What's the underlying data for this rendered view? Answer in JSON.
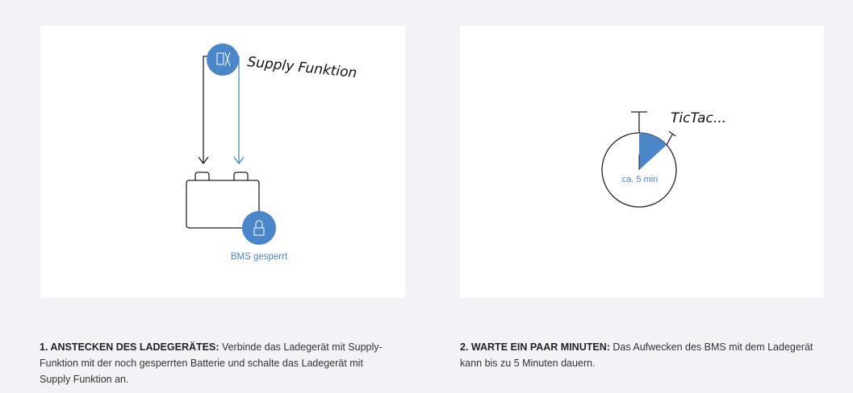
{
  "steps": [
    {
      "title": "1. ANSTECKEN DES LADEGERÄTES:",
      "text": " Verbinde das Ladegerät mit Supply-Funktion mit der noch gesperrten Batterie und schalte das Ladegerät mit Supply Funktion an.",
      "illustration": {
        "handwritten": "Supply Funktion",
        "label": "BMS gesperrt"
      }
    },
    {
      "title": "2. WARTE EIN PAAR MINUTEN:",
      "text": " Das Aufwecken des BMS mit dem Ladegerät kann bis zu 5 Minuten dauern.",
      "illustration": {
        "handwritten": "TicTac...",
        "label": "ca. 5 min"
      }
    }
  ],
  "colors": {
    "accent": "#4a86c8",
    "background": "#f2f3f6"
  }
}
